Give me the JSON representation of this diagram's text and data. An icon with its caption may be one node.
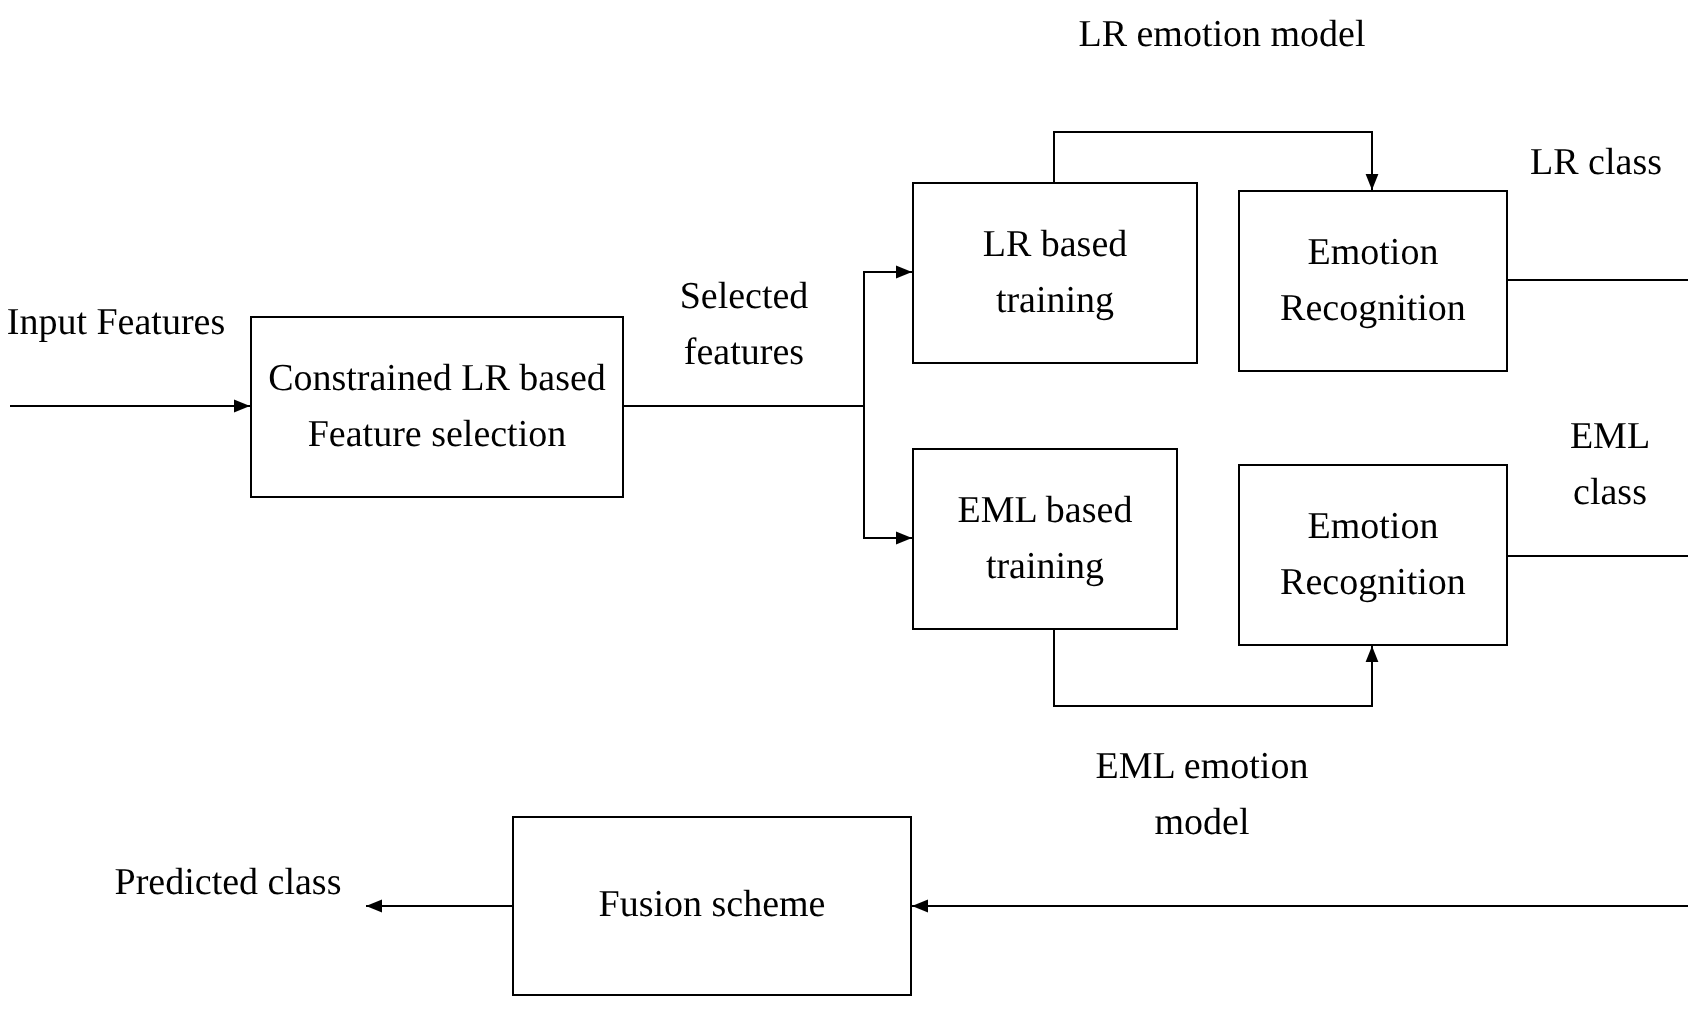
{
  "diagram": {
    "nodes": [
      {
        "text": [
          "Constrained LR based Feature selection"
        ]
      },
      {
        "text": [
          "LR based training"
        ]
      },
      {
        "text": [
          "Emotion Recognition"
        ]
      },
      {
        "text": [
          "EML based training"
        ]
      },
      {
        "text": [
          "Emotion Recognition"
        ]
      },
      {
        "text": [
          "Fusion scheme"
        ]
      }
    ],
    "edges": [
      {
        "from": null,
        "to": 0,
        "arrow": "to",
        "label": "Input Features"
      },
      {
        "from": 0,
        "to": 1,
        "arrow": "to",
        "label": "Selected features"
      },
      {
        "from": 0,
        "to": 3,
        "arrow": "to"
      },
      {
        "from": 1,
        "to": 2,
        "arrow": "to",
        "label": "LR emotion model"
      },
      {
        "from": 3,
        "to": 4,
        "arrow": "to",
        "label": "EML emotion model"
      },
      {
        "from": 2,
        "to": null,
        "arrow": "none",
        "label": "LR class"
      },
      {
        "from": 4,
        "to": null,
        "arrow": "none",
        "label": "EML class"
      },
      {
        "from": null,
        "to": 5,
        "arrow": "to"
      },
      {
        "from": 5,
        "to": null,
        "arrow": "to",
        "label": "Predicted class"
      }
    ]
  }
}
